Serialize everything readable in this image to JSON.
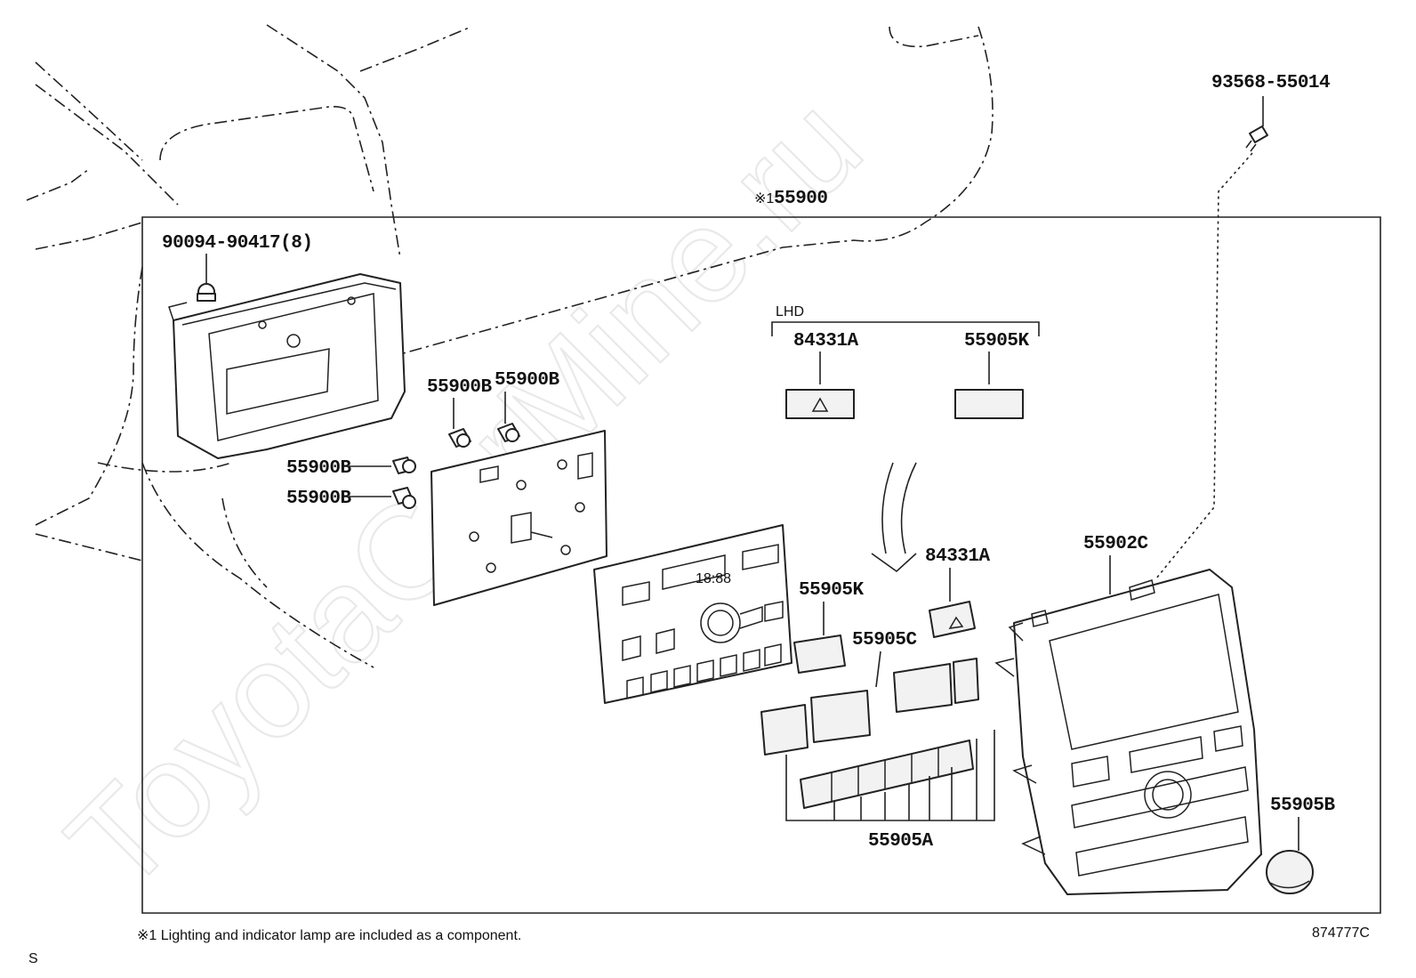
{
  "watermark": "ToyotaCarMine.ru",
  "assembly": {
    "prefix": "※1",
    "number": "55900"
  },
  "group_label": "LHD",
  "callouts": {
    "screw_top": "93568-55014",
    "screw_left": "90094-90417(8)",
    "bulb_1": "55900B",
    "bulb_2": "55900B",
    "bulb_3": "55900B",
    "bulb_4": "55900B",
    "lhd_hazard": "84331A",
    "lhd_cover": "55905K",
    "hazard": "84331A",
    "cover_k": "55905K",
    "knob_c": "55905C",
    "panel": "55902C",
    "knob_b": "55905B",
    "buttons_a": "55905A"
  },
  "footnote": "※1 Lighting and indicator lamp are included as a component.",
  "diagram_code": "874777C",
  "corner_mark": "S"
}
